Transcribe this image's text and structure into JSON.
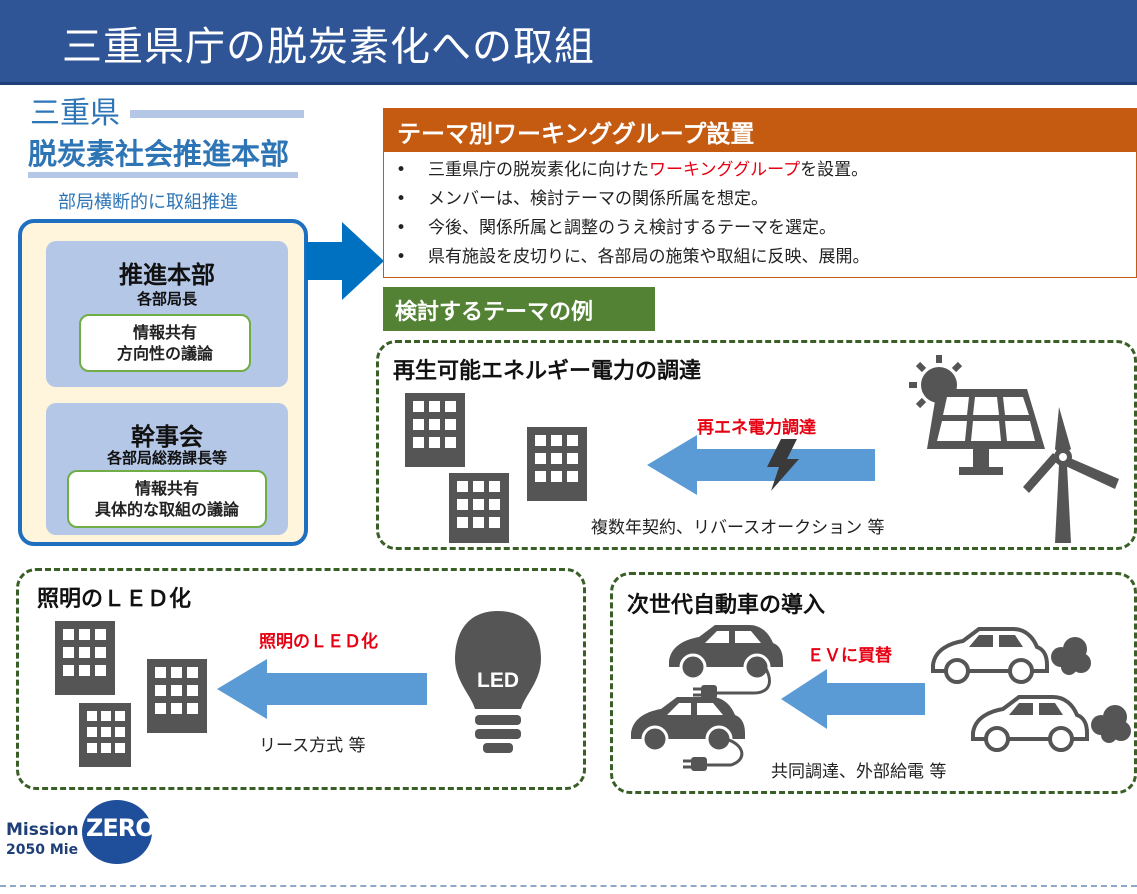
{
  "header": {
    "title": "三重県庁の脱炭素化への取組"
  },
  "org": {
    "line1": "三重県",
    "line2": "脱炭素社会推進本部",
    "line3": "部局横断的に取組推進",
    "cards": [
      {
        "title": "推進本部",
        "sub": "各部局長",
        "box1": "情報共有",
        "box2": "方向性の議論"
      },
      {
        "title": "幹事会",
        "sub": "各部局総務課長等",
        "box1": "情報共有",
        "box2": "具体的な取組の議論"
      }
    ]
  },
  "working_group": {
    "title": "テーマ別ワーキンググループ設置",
    "b1_pre": "三重県庁の脱炭素化に向けた",
    "b1_red": "ワーキンググループ",
    "b1_post": "を設置。",
    "b2": "メンバーは、検討テーマの関係所属を想定。",
    "b3": "今後、関係所属と調整のうえ検討するテーマを選定。",
    "b4": "県有施設を皮切りに、各部局の施策や取組に反映、展開。"
  },
  "examples": {
    "title": "検討するテーマの例",
    "renewable": {
      "title": "再生可能エネルギー電力の調達",
      "arrow_label": "再エネ電力調達",
      "caption": "複数年契約、リバースオークション 等"
    },
    "led": {
      "title": "照明のＬＥＤ化",
      "arrow_label": "照明のＬＥＤ化",
      "caption": "リース方式 等",
      "bulb_text": "LED"
    },
    "ev": {
      "title": "次世代自動車の導入",
      "arrow_label": "ＥＶに買替",
      "caption": "共同調達、外部給電 等"
    }
  },
  "logo": {
    "mission": "Mission",
    "zero": "ZERO",
    "sub": "2050 Mie"
  },
  "colors": {
    "header": "#2f5597",
    "accent_blue": "#2e75b6",
    "orange": "#c55a11",
    "green": "#548235",
    "red": "#e60012",
    "arrow_blue": "#5b9bd5"
  }
}
